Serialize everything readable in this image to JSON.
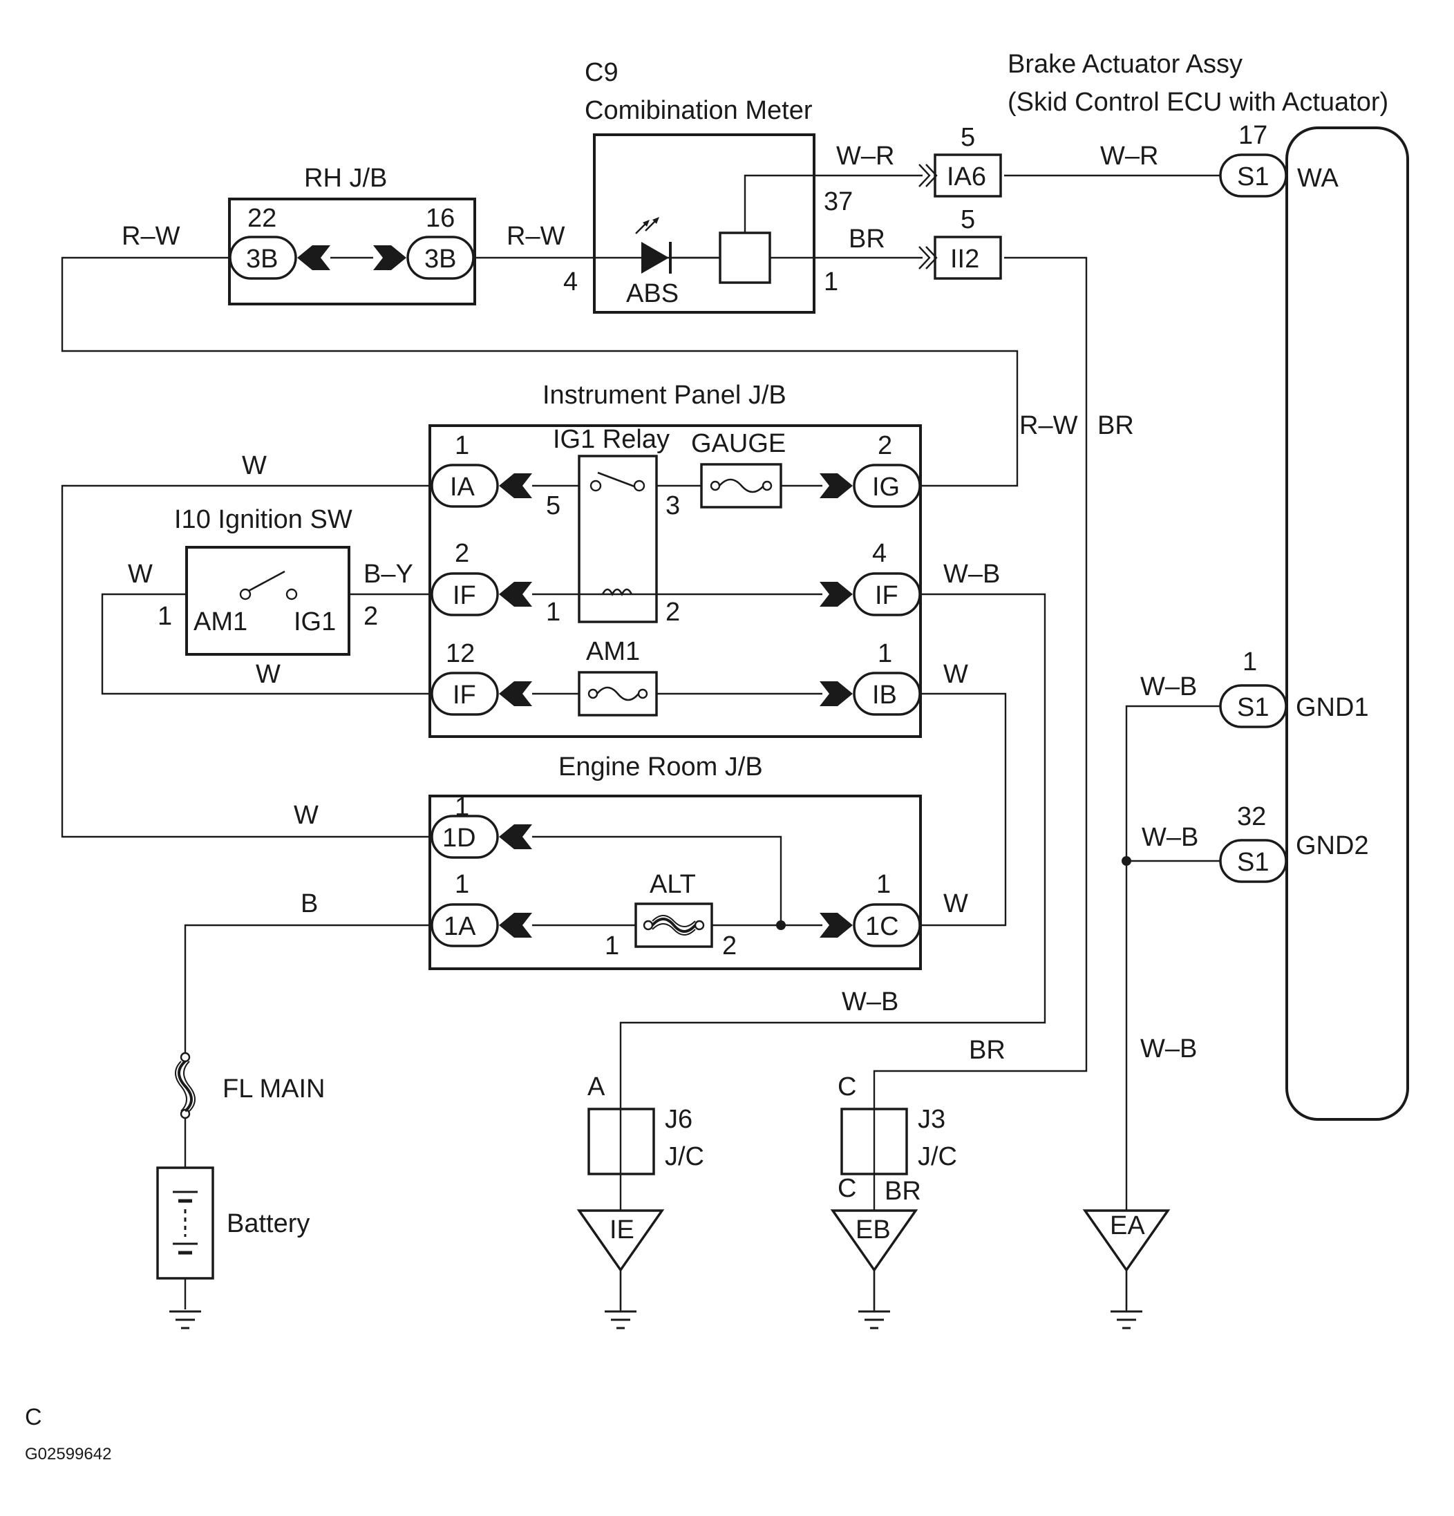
{
  "footer": {
    "letter": "C",
    "code": "G02599642"
  },
  "components": {
    "rh_jb": {
      "title": "RH J/B",
      "left_pin": "22",
      "left_conn": "3B",
      "right_pin": "16",
      "right_conn": "3B"
    },
    "meter": {
      "id": "C9",
      "title": "Comibination Meter",
      "lamp": "ABS",
      "pin_top": "37",
      "pin_left": "4",
      "pin_bottom": "1"
    },
    "actuator": {
      "title_1": "Brake Actuator Assy",
      "title_2": "(Skid Control ECU with Actuator)",
      "wa_pin": "17",
      "wa_conn": "S1",
      "wa_label": "WA",
      "gnd1_pin": "1",
      "gnd1_conn": "S1",
      "gnd1_label": "GND1",
      "gnd2_pin": "32",
      "gnd2_conn": "S1",
      "gnd2_label": "GND2"
    },
    "conn_ia6": {
      "pin": "5",
      "label": "IA6"
    },
    "conn_ii2": {
      "pin": "5",
      "label": "II2"
    },
    "ip_jb": {
      "title": "Instrument Panel J/B",
      "relay": "IG1 Relay",
      "gauge": "GAUGE",
      "am1": "AM1",
      "ia_pin": "1",
      "ia_conn": "IA",
      "ig_pin": "2",
      "ig_conn": "IG",
      "if2_pin": "2",
      "if2_conn": "IF",
      "if4_pin": "4",
      "if4_conn": "IF",
      "if12_pin": "12",
      "if12_conn": "IF",
      "ib_pin": "1",
      "ib_conn": "IB",
      "relay_pin_5": "5",
      "relay_pin_3": "3",
      "relay_pin_1": "1",
      "relay_pin_2": "2"
    },
    "ignition": {
      "title": "I10 Ignition SW",
      "am1": "AM1",
      "ig1": "IG1",
      "pin_1": "1",
      "pin_2": "2"
    },
    "er_jb": {
      "title": "Engine Room J/B",
      "alt": "ALT",
      "d_pin": "1",
      "d_conn": "1D",
      "a_pin": "1",
      "a_conn": "1A",
      "c_pin": "1",
      "c_conn": "1C",
      "alt_pin_1": "1",
      "alt_pin_2": "2"
    },
    "fl_main": "FL MAIN",
    "battery": "Battery",
    "j6": {
      "pin": "A",
      "name": "J6",
      "type": "J/C",
      "ground": "IE"
    },
    "j3": {
      "pin_top": "C",
      "pin_bottom": "C",
      "name": "J3",
      "type": "J/C",
      "ground": "EB",
      "wire": "BR"
    },
    "ea_ground": "EA"
  },
  "wires": {
    "rw_left": "R–W",
    "rw_meter": "R–W",
    "wr_meter": "W–R",
    "wr_act": "W–R",
    "br_meter": "BR",
    "rw_ig": "R–W",
    "br_vertical": "BR",
    "w_ia": "W",
    "w_sw_top": "W",
    "by_sw": "B–Y",
    "w_sw_bottom": "W",
    "wb_if4": "W–B",
    "w_ib": "W",
    "w_1d": "W",
    "b_1a": "B",
    "w_1c": "W",
    "wb_j6": "W–B",
    "br_j3": "BR",
    "wb_gnd1": "W–B",
    "wb_gnd2": "W–B",
    "wb_ea": "W–B"
  }
}
